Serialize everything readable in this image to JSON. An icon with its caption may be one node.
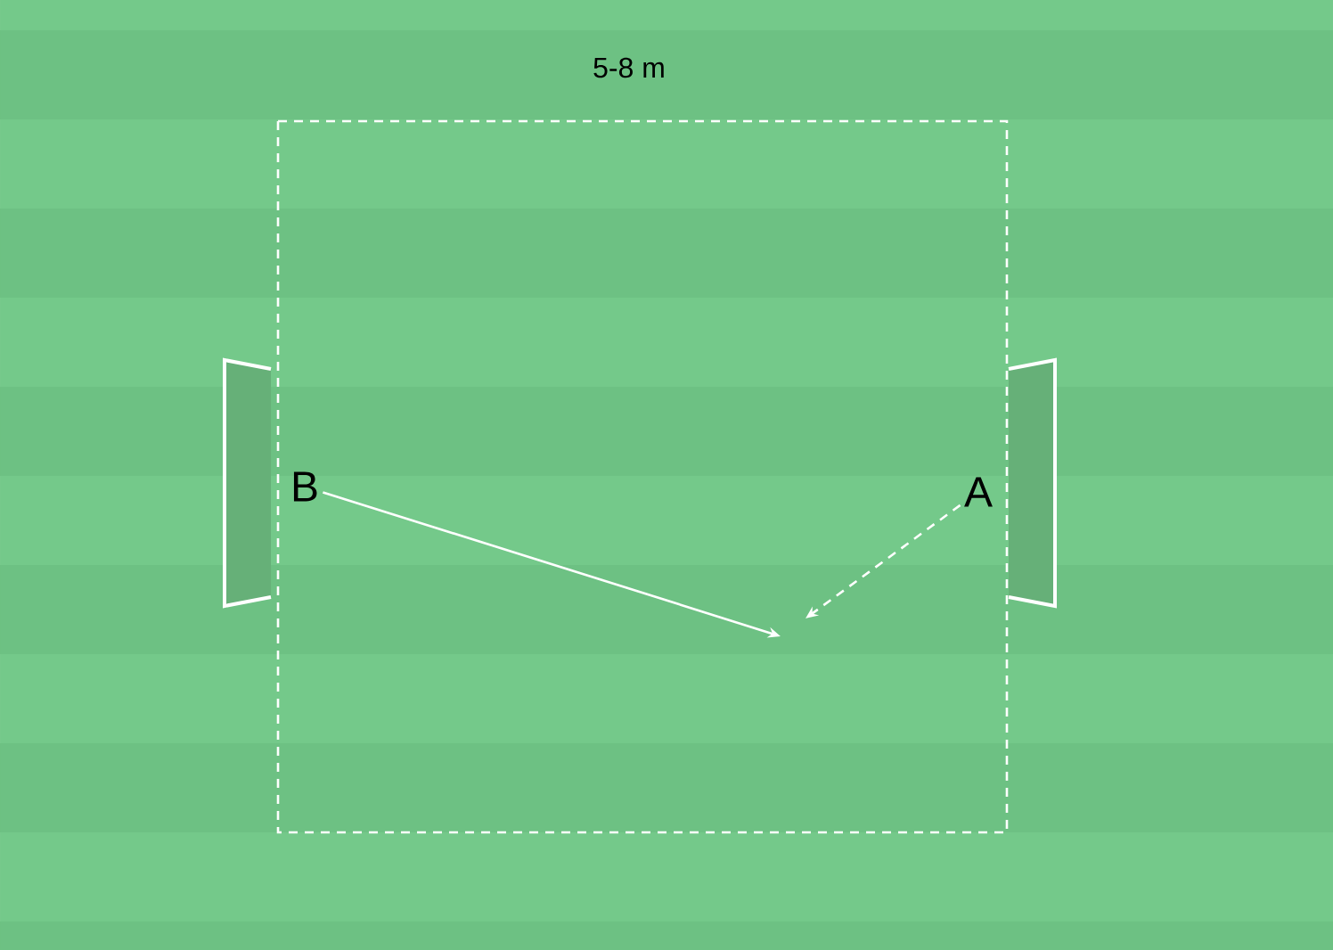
{
  "diagram": {
    "nodes": [
      {
        "text": [
          "B"
        ]
      },
      {
        "text": [
          "A"
        ]
      }
    ],
    "edges": [
      {
        "from": 0,
        "to": null,
        "arrow": "to"
      },
      {
        "from": 1,
        "to": null,
        "arrow": "to",
        "style": "dashed"
      }
    ],
    "labels": [
      "5-8 m"
    ]
  }
}
